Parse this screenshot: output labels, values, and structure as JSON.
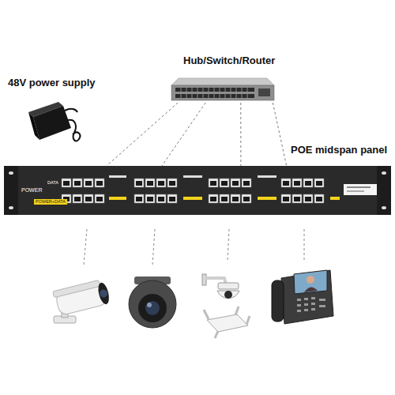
{
  "diagram": {
    "nodes": [
      {
        "text": [
          "Hub/Switch/Router"
        ]
      },
      {
        "text": [
          "48V power supply"
        ]
      },
      {
        "text": [
          "POE midspan panel",
          "POWER",
          "DATA",
          "POWER+DATA"
        ]
      }
    ],
    "edges": [
      {
        "from": 0,
        "to": 2,
        "arrow": "none"
      },
      {
        "from": 0,
        "to": 2,
        "arrow": "none"
      },
      {
        "from": 0,
        "to": 2,
        "arrow": "none"
      },
      {
        "from": 0,
        "to": 2,
        "arrow": "none"
      }
    ]
  }
}
